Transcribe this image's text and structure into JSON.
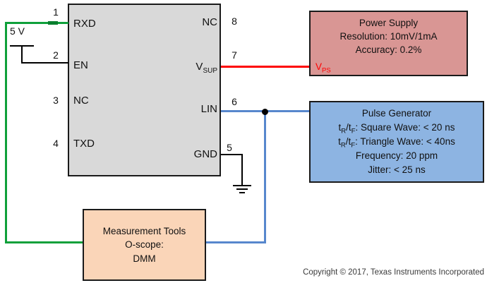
{
  "colors": {
    "wire-green": "#0fa03a",
    "wire-green-dark": "#0a7f2e",
    "wire-red": "#fe0000",
    "wire-blue": "#5787cd",
    "wire-black": "#000000",
    "chip-fill": "#d9d9d9",
    "power-supply-fill": "#d99694",
    "pulse-generator-fill": "#8db4e2",
    "measurement-tools-fill": "#fad5b8",
    "vps-color": "#fe0000"
  },
  "chip": {
    "left_pins": [
      {
        "num": "1",
        "label": "RXD"
      },
      {
        "num": "2",
        "label": "EN"
      },
      {
        "num": "3",
        "label": "NC"
      },
      {
        "num": "4",
        "label": "TXD"
      }
    ],
    "right_pins": [
      {
        "num": "8",
        "label": "NC"
      },
      {
        "num": "7",
        "label": "V_{SUP}"
      },
      {
        "num": "6",
        "label": "LIN"
      },
      {
        "num": "5",
        "label": "GND"
      }
    ]
  },
  "labels": {
    "supply_voltage": "5 V",
    "vps": "V_{PS}"
  },
  "boxes": {
    "power_supply": {
      "title": "Power Supply",
      "lines": [
        "Resolution: 10mV/1mA",
        "Accuracy: 0.2%"
      ]
    },
    "pulse_generator": {
      "title": "Pulse Generator",
      "lines": [
        "t_{R}/t_{F}: Square Wave: < 20 ns",
        "t_{R}/t_{F}: Triangle Wave: < 40ns",
        "Frequency: 20 ppm",
        "Jitter: < 25 ns"
      ]
    },
    "measurement_tools": {
      "title": "Measurement Tools",
      "lines": [
        "O-scope:",
        "DMM"
      ]
    }
  },
  "footer": {
    "copyright": "Copyright © 2017, Texas Instruments Incorporated"
  }
}
